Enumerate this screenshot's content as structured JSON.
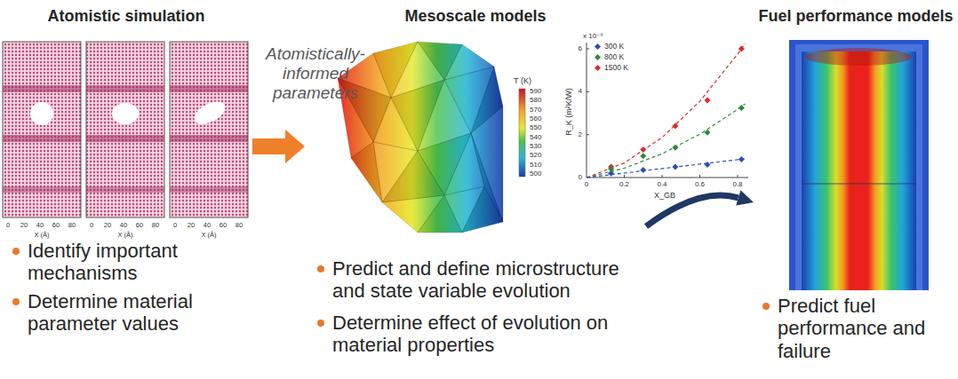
{
  "diagram": {
    "nodes": [
      {
        "text": [
          "Atomistic simulation",
          "Identify important mechanisms",
          "Determine material parameter values"
        ]
      },
      {
        "text": [
          "Mesoscale models",
          "Predict and define microstructure and state variable evolution",
          "Determine effect of evolution on material properties"
        ]
      },
      {
        "text": [
          "Fuel performance models",
          "Predict fuel performance and failure"
        ]
      }
    ],
    "edges": [
      {
        "from": 0,
        "to": 1,
        "arrow": "to",
        "label": "Atomistically-informed parameters"
      },
      {
        "from": 1,
        "to": 2,
        "arrow": "to"
      }
    ],
    "labels": [
      "0",
      "20",
      "40",
      "60",
      "80",
      "X (Å)",
      "0",
      "20",
      "40",
      "60",
      "80",
      "X (Å)",
      "0",
      "20",
      "40",
      "60",
      "80",
      "X (Å)",
      "T (K)",
      "590",
      "580",
      "570",
      "560",
      "550",
      "540",
      "530",
      "520",
      "510",
      "500",
      "x 10⁻⁹",
      "0",
      "2",
      "4",
      "6",
      "0",
      "0.2",
      "0.4",
      "0.6",
      "0.8",
      "R_K (m²K/W)",
      "X_GB"
    ],
    "legend": [
      {
        "text": "300 K",
        "color": "#2f4fb5"
      },
      {
        "text": "800 K",
        "color": "#2e8b3a"
      },
      {
        "text": "1500 K",
        "color": "#d92b2b"
      }
    ]
  }
}
